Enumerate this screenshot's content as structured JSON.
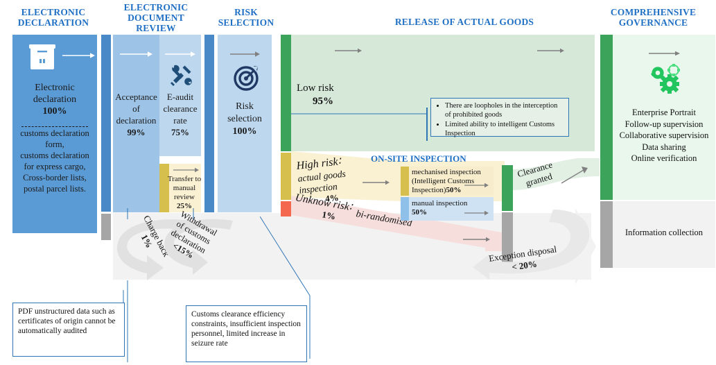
{
  "title": "Customs clearance process flow",
  "headers": {
    "electronic_declaration": "ELECTRONIC\nDECLARATION",
    "electronic_declaration_l1": "ELECTRONIC",
    "electronic_declaration_l2": "DECLARATION",
    "document_review_l1": "ELECTRONIC",
    "document_review_l2": "DOCUMENT",
    "document_review_l3": "REVIEW",
    "risk_selection_l1": "RISK",
    "risk_selection_l2": "SELECTION",
    "release_goods": "RELEASE OF ACTUAL GOODS",
    "governance_l1": "COMPREHENSIVE",
    "governance_l2": "GOVERNANCE"
  },
  "columns": {
    "electronic_declaration": {
      "icon": "package-box-icon",
      "label_l1": "Electronic",
      "label_l2": "declaration",
      "percent": "100%",
      "detail_l1": "customs declaration",
      "detail_l2": "form,",
      "detail_l3": "customs declaration",
      "detail_l4": "for express cargo,",
      "detail_l5": "Cross-border lists,",
      "detail_l6": "postal parcel lists."
    },
    "acceptance": {
      "label_l1": "Acceptance",
      "label_l2": "of",
      "label_l3": "declaration",
      "percent": "99%"
    },
    "eaudit": {
      "icon": "tools-icon",
      "label_l1": "E-audit",
      "label_l2": "clearance",
      "label_l3": "rate",
      "percent": "75%"
    },
    "transfer_manual": {
      "label_l1": "Transfer to",
      "label_l2": "manual",
      "label_l3": "review",
      "percent": "25%"
    },
    "risk_selection": {
      "icon": "target-icon",
      "label_l1": "Risk",
      "label_l2": "selection",
      "percent": "100%"
    },
    "governance": {
      "icon": "gears-icon",
      "line1": "Enterprise Portrait",
      "line2": "Follow-up supervision",
      "line3": "Collaborative supervision",
      "line4": "Data sharing",
      "line5": "Online verification",
      "footer": "Information collection"
    }
  },
  "release": {
    "low_risk_label": "Low risk",
    "low_risk_percent": "95%",
    "bullets": [
      "There are loopholes in the interception of prohibited goods",
      "Limited ability to intelligent Customs Inspection"
    ],
    "high_risk_l1": "High risk∶",
    "high_risk_l2": "actual goods",
    "high_risk_l3": "inspection",
    "high_risk_percent": "4%",
    "unknown_risk_l1": "Unknow risk∶",
    "unknown_risk_percent": "1%",
    "bi_randomised": "bi-randomised",
    "onsite_title": "ON-SITE INSPECTION",
    "mechanised_l1": "mechanised inspection",
    "mechanised_l2": "(Intelligent Customs",
    "mechanised_l3": "Inspection)",
    "mechanised_percent": "50%",
    "manual_l1": "manual inspection",
    "manual_percent": "50%",
    "clearance_l1": "Clearance",
    "clearance_l2": "granted",
    "exception_l1": "Exception disposal",
    "exception_percent": "< 20%"
  },
  "loops": {
    "charge_back_l1": "Charge back",
    "charge_back_percent": "1%",
    "withdrawal_l1": "Withdrawal",
    "withdrawal_l2": "of customs",
    "withdrawal_l3": "declaration",
    "withdrawal_percent": "<15%"
  },
  "notes": {
    "pdf_note": "PDF unstructured data such as certificates of origin cannot be automatically audited",
    "efficiency_note": "Customs clearance efficiency constraints, insufficient inspection personnel, limited increase in seizure rate"
  },
  "colors": {
    "header_blue": "#1F6FC4",
    "primary_blue": "#5B9BD5",
    "light_blue": "#BDD7EE",
    "mid_blue": "#9DC3E6",
    "yellow": "#D6BF4D",
    "pale_yellow": "#FAF0D2",
    "green": "#3CA35B",
    "pale_green": "#D6E8D8",
    "gray": "#A6A6A6",
    "pale_gray": "#F2F2F2",
    "red": "#F4684F",
    "pale_red": "#F6DEDC",
    "note_border": "#2E75B6"
  }
}
